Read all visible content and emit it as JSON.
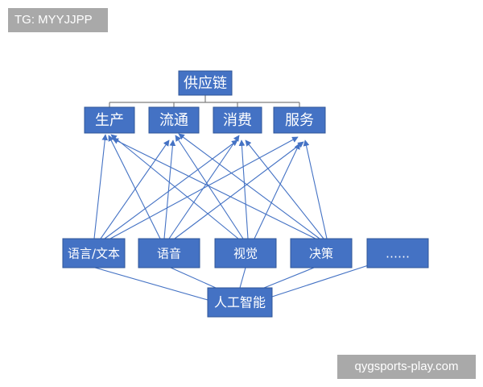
{
  "watermark_top": "TG: MYYJJPP",
  "watermark_bottom": "qygsports-play.com",
  "colors": {
    "box_fill": "#4472c4",
    "box_border": "#2f5597",
    "connector": "#4472c4",
    "tree_line": "#7f7f7f",
    "text": "#ffffff"
  },
  "diagram": {
    "root": "供应链",
    "middle": [
      "生产",
      "流通",
      "消费",
      "服务"
    ],
    "capabilities": [
      "语言/文本",
      "语音",
      "视觉",
      "决策",
      "……"
    ],
    "base": "人工智能"
  }
}
